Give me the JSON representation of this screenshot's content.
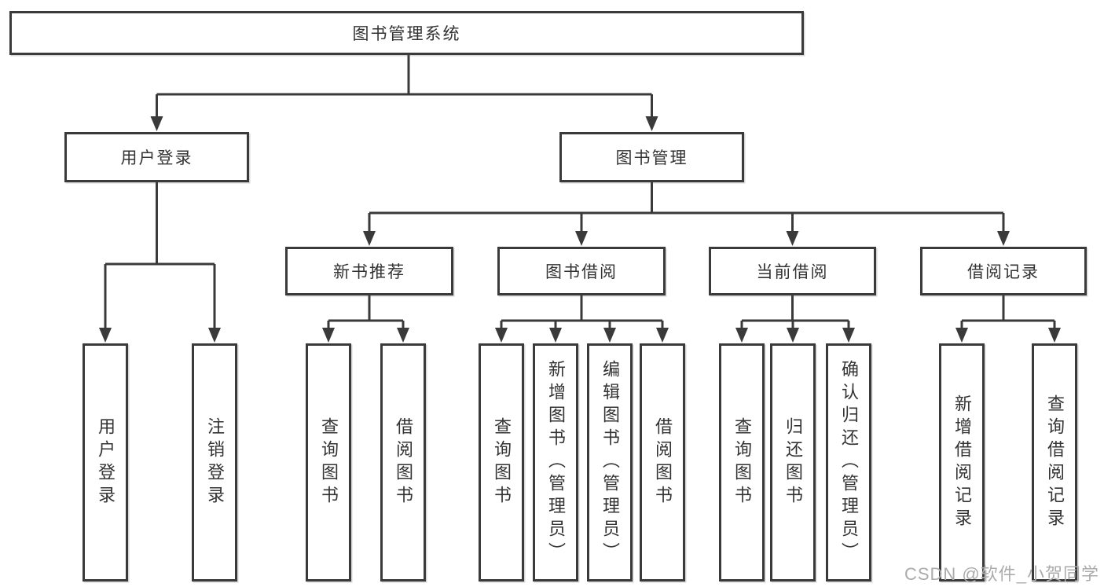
{
  "tree": {
    "root": {
      "label": "图书管理系统"
    },
    "level2": [
      {
        "id": "user-login",
        "label": "用户登录"
      },
      {
        "id": "book-management",
        "label": "图书管理"
      }
    ],
    "level3": [
      {
        "id": "new-book-recommend",
        "label": "新书推荐",
        "parent": "图书管理"
      },
      {
        "id": "book-borrowing",
        "label": "图书借阅",
        "parent": "图书管理"
      },
      {
        "id": "current-borrowing",
        "label": "当前借阅",
        "parent": "图书管理"
      },
      {
        "id": "borrowing-records",
        "label": "借阅记录",
        "parent": "图书管理"
      }
    ],
    "leaves": [
      {
        "label": "用户登录",
        "parent": "用户登录"
      },
      {
        "label": "注销登录",
        "parent": "用户登录"
      },
      {
        "label": "查询图书",
        "parent": "新书推荐"
      },
      {
        "label": "借阅图书",
        "parent": "新书推荐"
      },
      {
        "label": "查询图书",
        "parent": "图书借阅"
      },
      {
        "label": "新增图书（管理员）",
        "parent": "图书借阅"
      },
      {
        "label": "编辑图书（管理员）",
        "parent": "图书借阅"
      },
      {
        "label": "借阅图书",
        "parent": "图书借阅"
      },
      {
        "label": "查询图书",
        "parent": "当前借阅"
      },
      {
        "label": "归还图书",
        "parent": "当前借阅"
      },
      {
        "label": "确认归还（管理员）",
        "parent": "当前借阅"
      },
      {
        "label": "新增借阅记录",
        "parent": "借阅记录"
      },
      {
        "label": "查询借阅记录",
        "parent": "借阅记录"
      }
    ]
  },
  "watermark": {
    "text": "CSDN @软件_小贺同学"
  },
  "colors": {
    "line": "#3a3a3a",
    "text": "#333333",
    "watermark": "#ababab",
    "background": "#ffffff"
  }
}
